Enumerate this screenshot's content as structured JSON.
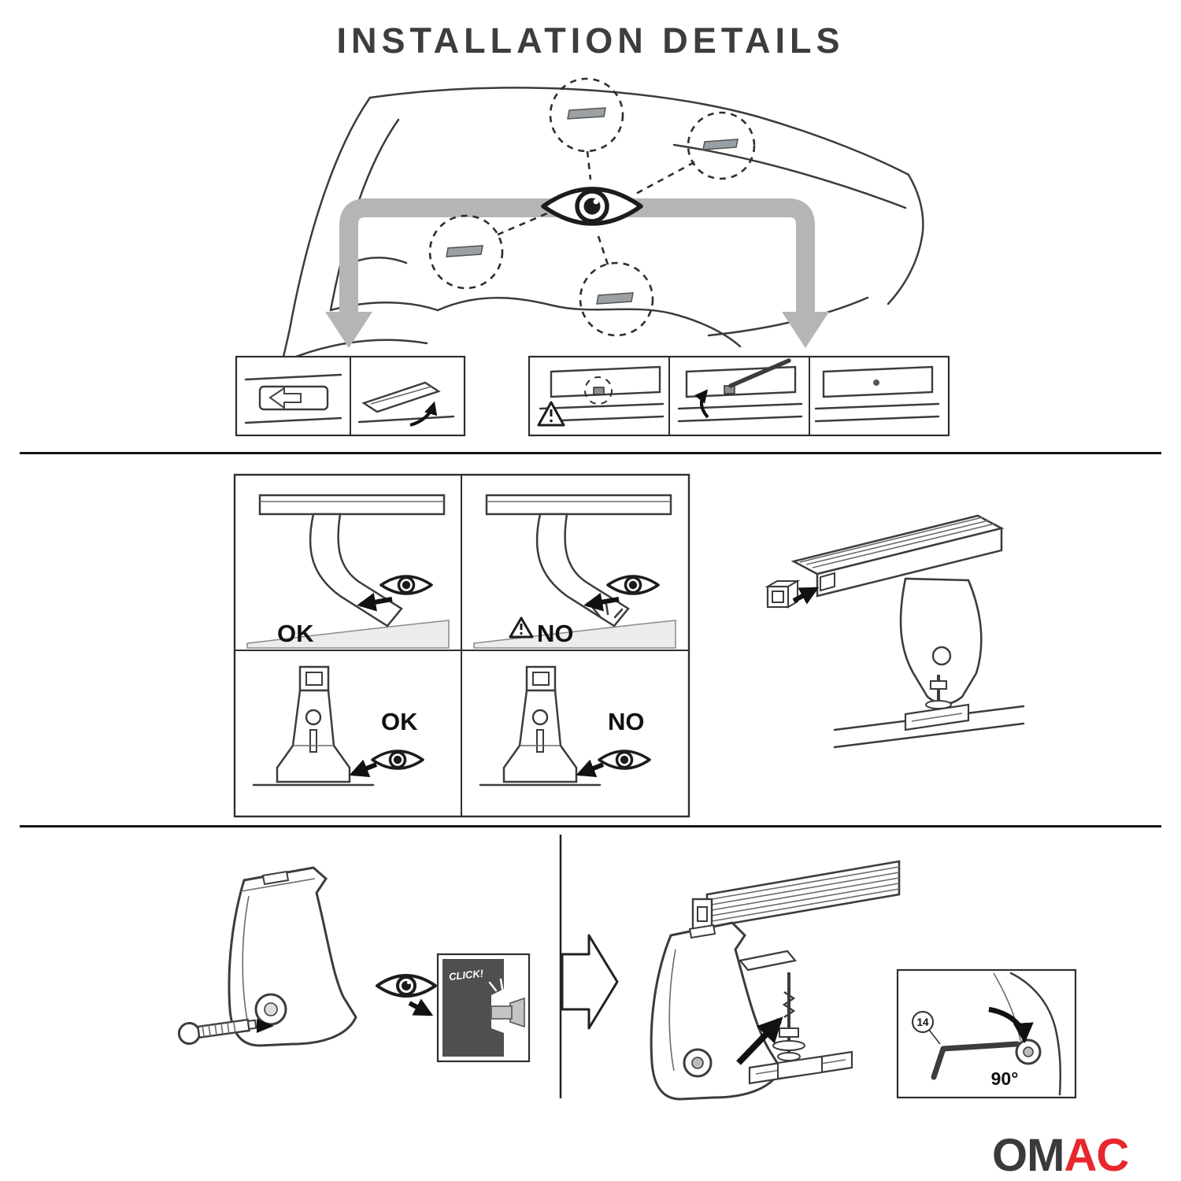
{
  "title": "INSTALLATION DETAILS",
  "inspection_grid": {
    "side_ok_label": "OK",
    "side_no_label": "NO",
    "front_ok_label": "OK",
    "front_no_label": "NO"
  },
  "bottom_steps": {
    "click_label": "CLICK!",
    "hex_key_size": "14",
    "rotation_angle": "90°"
  },
  "brand": {
    "name_left": "OM",
    "name_right": "AC"
  },
  "colors": {
    "accent_red": "#E8262D",
    "ink": "#3A3A3A",
    "line": "#3C3C3C",
    "arrow_gray": "#B5B5B5",
    "panel_dark": "#4F4F4F",
    "roof_shade": "#ECECEC",
    "slot_gray": "#9AA0A3"
  },
  "icons": {
    "inspect": "eye-icon",
    "warning": "warning-triangle-icon",
    "next_step": "block-arrow-right-icon",
    "rotate": "curved-arrow-icon",
    "point": "black-arrow-icon",
    "fixpoint": "dashed-circle-icon"
  }
}
